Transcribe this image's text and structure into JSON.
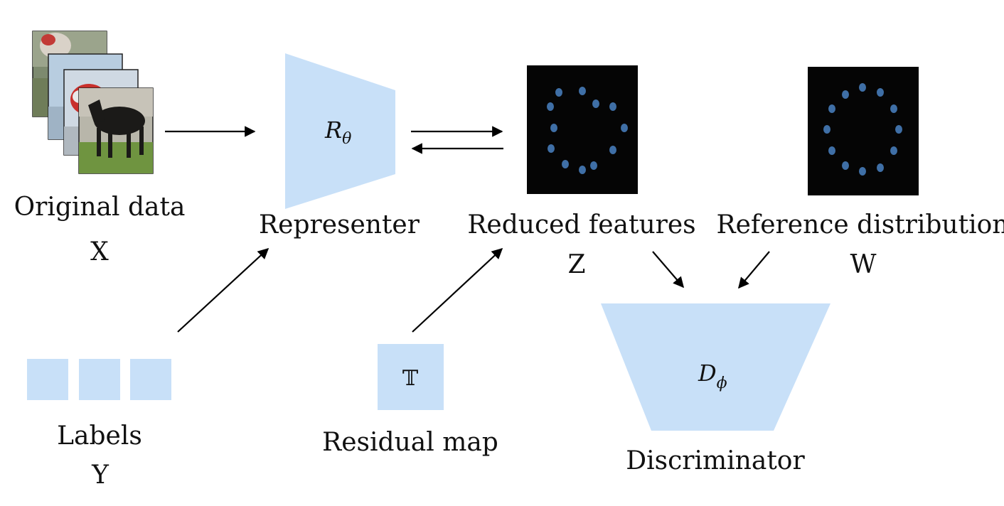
{
  "nodes": {
    "original_data": {
      "label": "Original data",
      "symbol": "X"
    },
    "representer": {
      "label": "Representer",
      "symbol_base": "R",
      "symbol_sub": "θ"
    },
    "reduced_features": {
      "label": "Reduced features",
      "symbol": "Z"
    },
    "reference_distribution": {
      "label": "Reference distribution",
      "symbol": "W"
    },
    "labels": {
      "label": "Labels",
      "symbol": "Y"
    },
    "residual_map": {
      "label": "Residual map",
      "symbol": "𝕋"
    },
    "discriminator": {
      "label": "Discriminator",
      "symbol_base": "D",
      "symbol_sub": "ϕ"
    }
  },
  "colors": {
    "block_fill": "#c8e0f8",
    "panel_bg": "#050505",
    "dot": "#3f6fa6",
    "arrow": "#000000"
  },
  "icons": [
    "image-stack-icon",
    "horse-thumbnail-icon",
    "label-block-icon",
    "scatter-panel-icon"
  ]
}
